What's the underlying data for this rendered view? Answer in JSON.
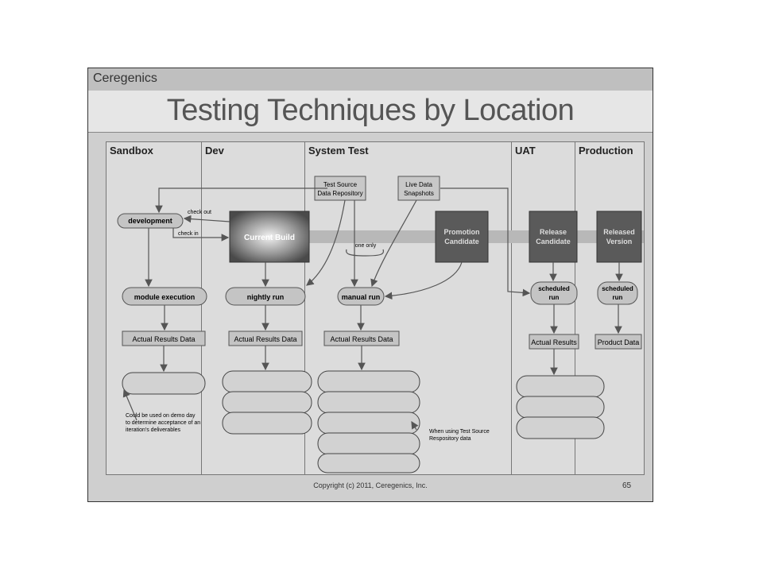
{
  "brand": "Ceregenics",
  "title": "Testing Techniques by Location",
  "lanes": [
    "Sandbox",
    "Dev",
    "System Test",
    "UAT",
    "Production"
  ],
  "sources": {
    "test_source": [
      "Test Source",
      "Data Repository"
    ],
    "live_data": [
      "Live Data",
      "Snapshots"
    ]
  },
  "nodes": {
    "development": "development",
    "current_build": "Current Build",
    "promotion_candidate": [
      "Promotion",
      "Candidate"
    ],
    "release_candidate": [
      "Release",
      "Candidate"
    ],
    "released_version": [
      "Released",
      "Version"
    ],
    "module_execution": "module execution",
    "nightly_run": "nightly run",
    "manual_run": "manual run",
    "uat_scheduled_run": [
      "scheduled",
      "run"
    ],
    "prod_scheduled_run": [
      "scheduled",
      "run"
    ],
    "actual_results_data": "Actual Results Data",
    "actual_results": "Actual Results",
    "product_data": "Product Data"
  },
  "edge_labels": {
    "check_out": "check out",
    "check_in": "check in",
    "one_only": "one only"
  },
  "notes": {
    "sandbox_note": [
      "Could be used on demo day",
      "to determine acceptance of an",
      "iteration's deliverables"
    ],
    "system_test_note": [
      "When using Test Source",
      "Respository data"
    ]
  },
  "footer": "Copyright (c) 2011, Ceregenics, Inc.",
  "page_number": "65",
  "colors": {
    "dark_box": "#5a5a5a",
    "pill": "#c4c4c4",
    "arrow": "#555555",
    "build_band": "#b8b8b8"
  }
}
